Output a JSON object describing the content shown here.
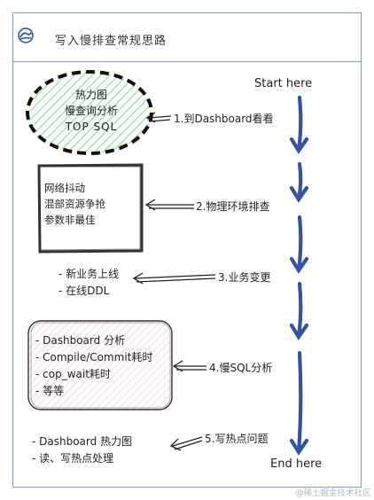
{
  "title": "写入慢排查常规思路",
  "start_label": "Start here",
  "end_label": "End here",
  "blob_lines": [
    "热力图",
    "慢查询分析",
    "TOP SQL"
  ],
  "box2_lines": [
    "网络抖动",
    "混部资源争抢",
    "参数非最佳"
  ],
  "steps": [
    "1.到Dashboard看看",
    "2.物理环境排查",
    "3.业务变更",
    "4.慢SQL分析",
    "5.写热点问题"
  ],
  "business_items": [
    "- 新业务上线",
    "- 在线DDL"
  ],
  "slow_sql_items": [
    "- Dashboard 分析",
    "- Compile/Commit耗时",
    "- cop_wait耗时",
    "- 等等"
  ],
  "hotspot_items": [
    "- Dashboard 热力图",
    "- 读、写热点处理"
  ],
  "watermark": "@稀土掘金技术社区",
  "colors": {
    "arrow_blue": "#3553a3",
    "frame_blue": "#7f9cbc",
    "hatch_green": "#8fd6a0",
    "hatch_red": "#f2b9b9"
  }
}
